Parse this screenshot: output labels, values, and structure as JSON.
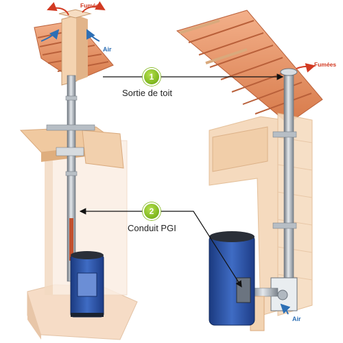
{
  "callouts": [
    {
      "number": "1",
      "label": "Sortie de toit"
    },
    {
      "number": "2",
      "label": "Conduit PGI"
    }
  ],
  "flow_labels": {
    "left_fumes": "Fumées",
    "left_air": "Air",
    "right_fumes": "Fumées",
    "right_air": "Air"
  },
  "colors": {
    "badge_green": "#8cc22a",
    "tile_orange": "#e08a5a",
    "wood": "#f0c9a0",
    "flue_steel": "#9aa3ad",
    "stove_blue": "#2b4fa0",
    "fumes_red": "#d23a22",
    "air_blue": "#2d6fb5"
  }
}
